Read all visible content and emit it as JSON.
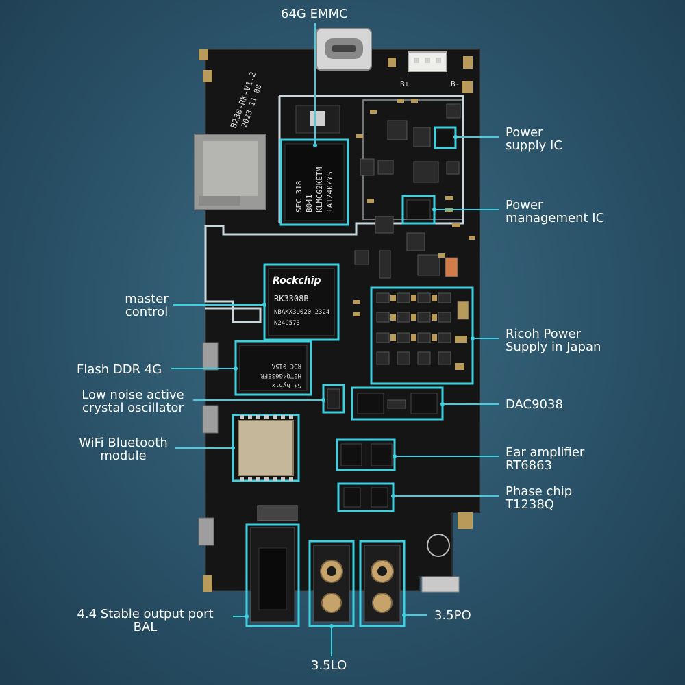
{
  "board": {
    "silkscreen_lines": [
      "B230-RK-V1.2",
      "2023-11-08"
    ],
    "battery_plus": "B+",
    "battery_minus": "B-",
    "main_soc": {
      "brand": "Rockchip",
      "lines": [
        "RK3308B",
        "NBAKX3U020 2324",
        "N24C573"
      ]
    },
    "emmc_chip": {
      "lines": [
        "SEC 318",
        "B041",
        "KLMCG2KETM",
        "TA1240ZYS"
      ]
    },
    "ddr_chip": {
      "lines": [
        "SK hynix",
        "H5TQ4G63EFR",
        "RDC 015A"
      ]
    }
  },
  "callouts": {
    "emmc": "64G EMMC",
    "power_supply_ic": [
      "Power",
      "supply IC"
    ],
    "power_management_ic": [
      "Power",
      "management IC"
    ],
    "master_control": [
      "master",
      "control"
    ],
    "ricoh": [
      "Ricoh Power",
      "Supply in Japan"
    ],
    "flash_ddr": "Flash DDR 4G",
    "oscillator": [
      "Low noise active",
      "crystal oscillator"
    ],
    "dac": "DAC9038",
    "wifi_bt": [
      "WiFi Bluetooth",
      "module"
    ],
    "ear_amp": [
      "Ear amplifier",
      "RT6863"
    ],
    "phase_chip": [
      "Phase chip",
      "T1238Q"
    ],
    "bal_output": [
      "4.4 Stable output port",
      "BAL"
    ],
    "po": "3.5PO",
    "lo": "3.5LO"
  },
  "colors": {
    "background": "#2a5268",
    "pcb": "#141414",
    "highlight": "#3fd0e0",
    "trace_outline": "#c9d7df",
    "label_text": "#ffffff"
  }
}
